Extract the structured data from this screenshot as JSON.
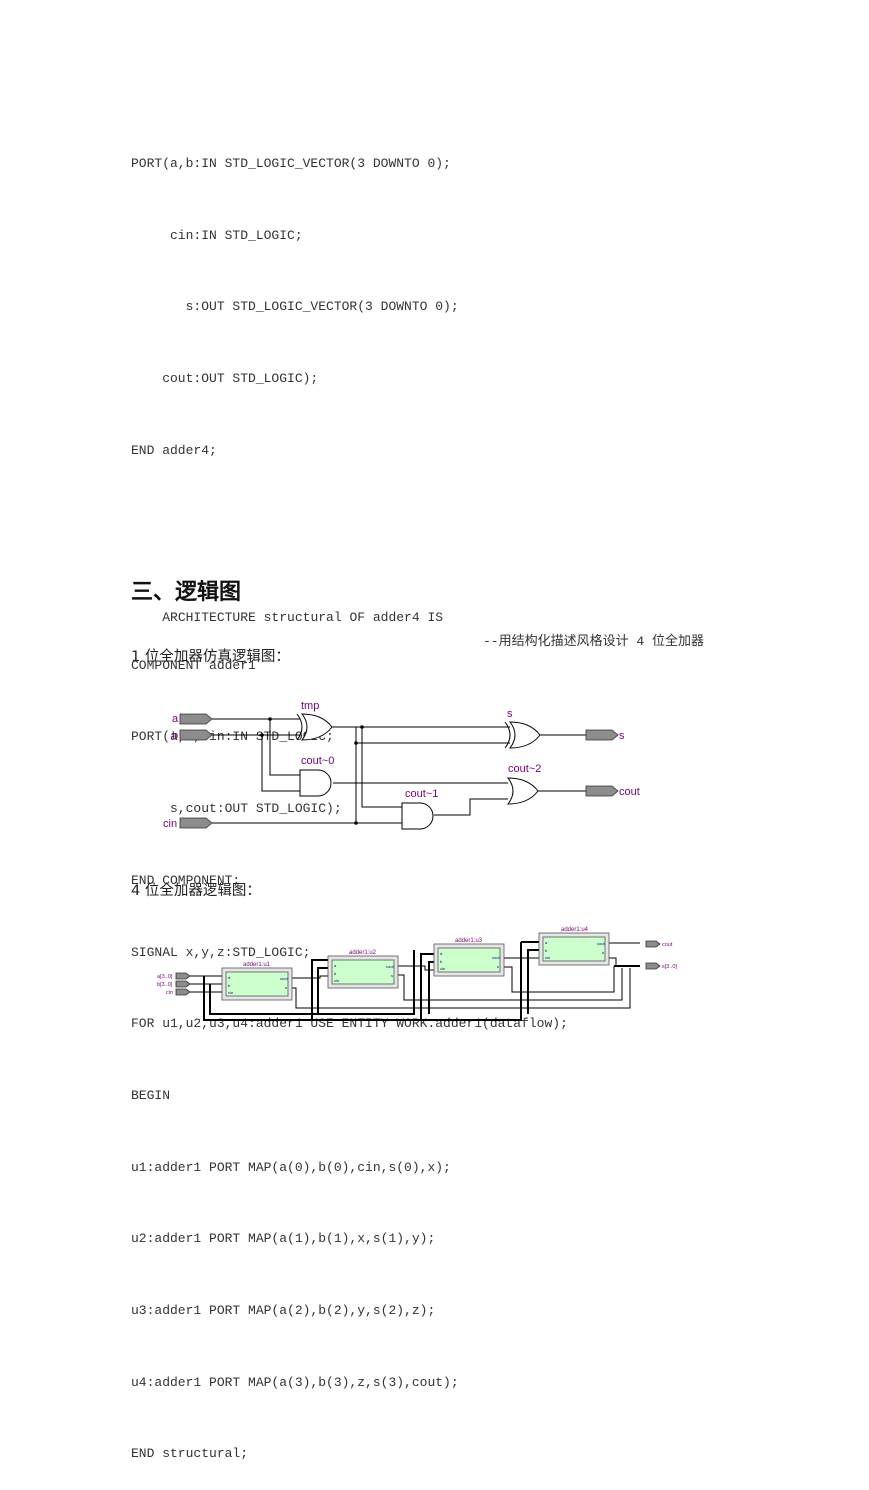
{
  "code": {
    "lines": [
      "PORT(a,b:IN STD_LOGIC_VECTOR(3 DOWNTO 0);",
      "     cin:IN STD_LOGIC;",
      "       s:OUT STD_LOGIC_VECTOR(3 DOWNTO 0);",
      "    cout:OUT STD_LOGIC);",
      "END adder4;",
      "",
      "ARCHITECTURE structural OF adder4 IS",
      "COMPONENT adder1",
      "PORT(a,b,cin:IN STD_LOGIC;",
      "     s,cout:OUT STD_LOGIC);",
      "END COMPONENT;",
      "SIGNAL x,y,z:STD_LOGIC;",
      "FOR u1,u2,u3,u4:adder1 USE ENTITY WORK.adder1(dataflow);",
      "BEGIN",
      "u1:adder1 PORT MAP(a(0),b(0),cin,s(0),x);",
      "u2:adder1 PORT MAP(a(1),b(1),x,s(1),y);",
      "u3:adder1 PORT MAP(a(2),b(2),y,s(2),z);",
      "u4:adder1 PORT MAP(a(3),b(3),z,s(3),cout);",
      "END structural;"
    ],
    "comment": "--用结构化描述风格设计 4 位全加器"
  },
  "section_title": "三、逻辑图",
  "caption1": "1 位全加器仿真逻辑图：",
  "caption2": "4 位全加器逻辑图：",
  "diagram1": {
    "inputs": [
      "a",
      "b",
      "cin"
    ],
    "outputs": [
      "s",
      "cout"
    ],
    "gates": [
      "tmp",
      "s",
      "cout~0",
      "cout~1",
      "cout~2"
    ]
  },
  "diagram2": {
    "inputs": [
      "a[3..0]",
      "b[3..0]",
      "cin"
    ],
    "outputs": [
      "cout",
      "s[3..0]"
    ],
    "blocks": [
      "adder1:u1",
      "adder1:u2",
      "adder1:u3",
      "adder1:u4"
    ],
    "block_ports_left": [
      "a",
      "b",
      "cin"
    ],
    "block_ports_right": [
      "cout",
      "s"
    ]
  }
}
